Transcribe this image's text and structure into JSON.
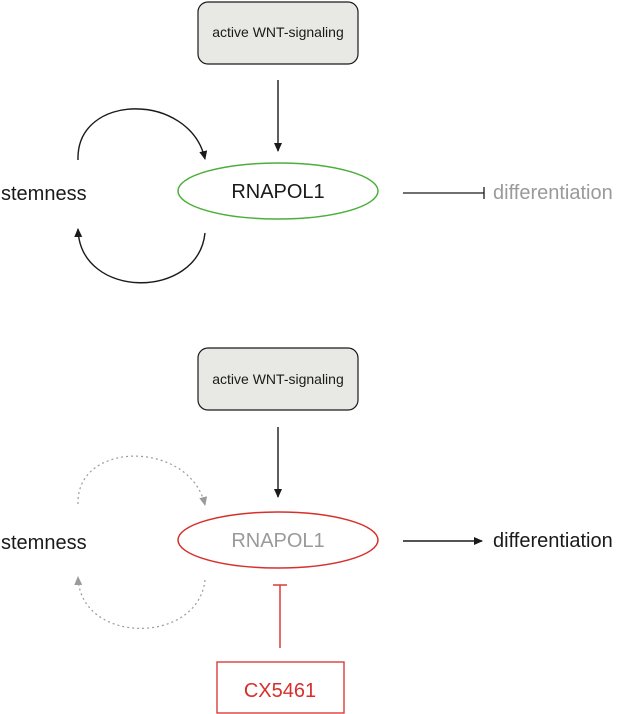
{
  "colors": {
    "black": "#1a1a1a",
    "grey": "#9a9a9a",
    "green": "#4caf3a",
    "red": "#d6302c",
    "box_fill": "#e8e8e4"
  },
  "top_panel": {
    "signal_box": "active WNT-signaling",
    "center_node": "RNAPOL1",
    "left_label": "stemness",
    "right_label": "differentiation"
  },
  "bottom_panel": {
    "signal_box": "active WNT-signaling",
    "center_node": "RNAPOL1",
    "left_label": "stemness",
    "right_label": "differentiation",
    "inhibitor": "CX5461"
  }
}
